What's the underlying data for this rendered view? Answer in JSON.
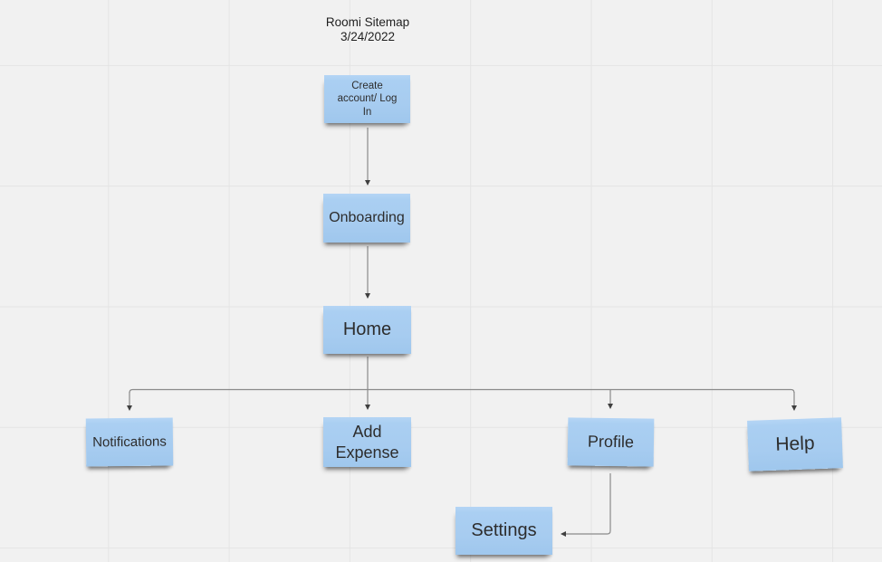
{
  "board": {
    "type": "whiteboard-sitemap",
    "colors": {
      "background": "#f1f1f1",
      "grid_line": "#e4e4e4",
      "sticky_fill": "#a7ccf0",
      "sticky_text": "#2d2d2d",
      "connector_line": "#8a8a8a",
      "arrowhead": "#3f3f3f"
    }
  },
  "title": {
    "line1": "Roomi Sitemap",
    "line2": "3/24/2022"
  },
  "nodes": [
    {
      "id": "create-account",
      "label": "Create\naccount/ Log\nIn"
    },
    {
      "id": "onboarding",
      "label": "Onboarding"
    },
    {
      "id": "home",
      "label": "Home"
    },
    {
      "id": "notifications",
      "label": "Notifications"
    },
    {
      "id": "add-expense",
      "label": "Add\nExpense"
    },
    {
      "id": "profile",
      "label": "Profile"
    },
    {
      "id": "help",
      "label": "Help"
    },
    {
      "id": "settings",
      "label": "Settings"
    }
  ],
  "edges": [
    {
      "from": "create-account",
      "to": "onboarding"
    },
    {
      "from": "onboarding",
      "to": "home"
    },
    {
      "from": "home",
      "to": "notifications"
    },
    {
      "from": "home",
      "to": "add-expense"
    },
    {
      "from": "home",
      "to": "profile"
    },
    {
      "from": "home",
      "to": "help"
    },
    {
      "from": "profile",
      "to": "settings"
    }
  ]
}
